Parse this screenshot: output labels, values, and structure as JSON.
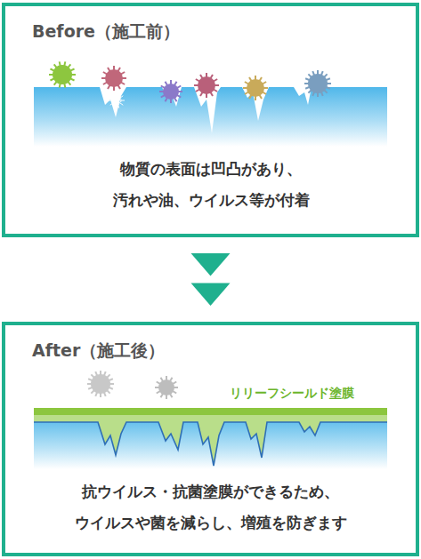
{
  "diagram": {
    "nodes": [
      {
        "text": [
          "Before（施工前）",
          "物質の表面は凹凸があり、 汚れや油、ウイルス等が付着"
        ]
      },
      {
        "text": [
          "After（施工後）",
          "抗ウイルス・抗菌塗膜ができるため、 ウイルスや菌を減らし、増殖を防ぎます"
        ]
      }
    ],
    "edges": [
      {
        "from": 0,
        "to": 1,
        "arrow": "to"
      }
    ],
    "labels": [
      "リリーフシールド塗膜"
    ]
  }
}
